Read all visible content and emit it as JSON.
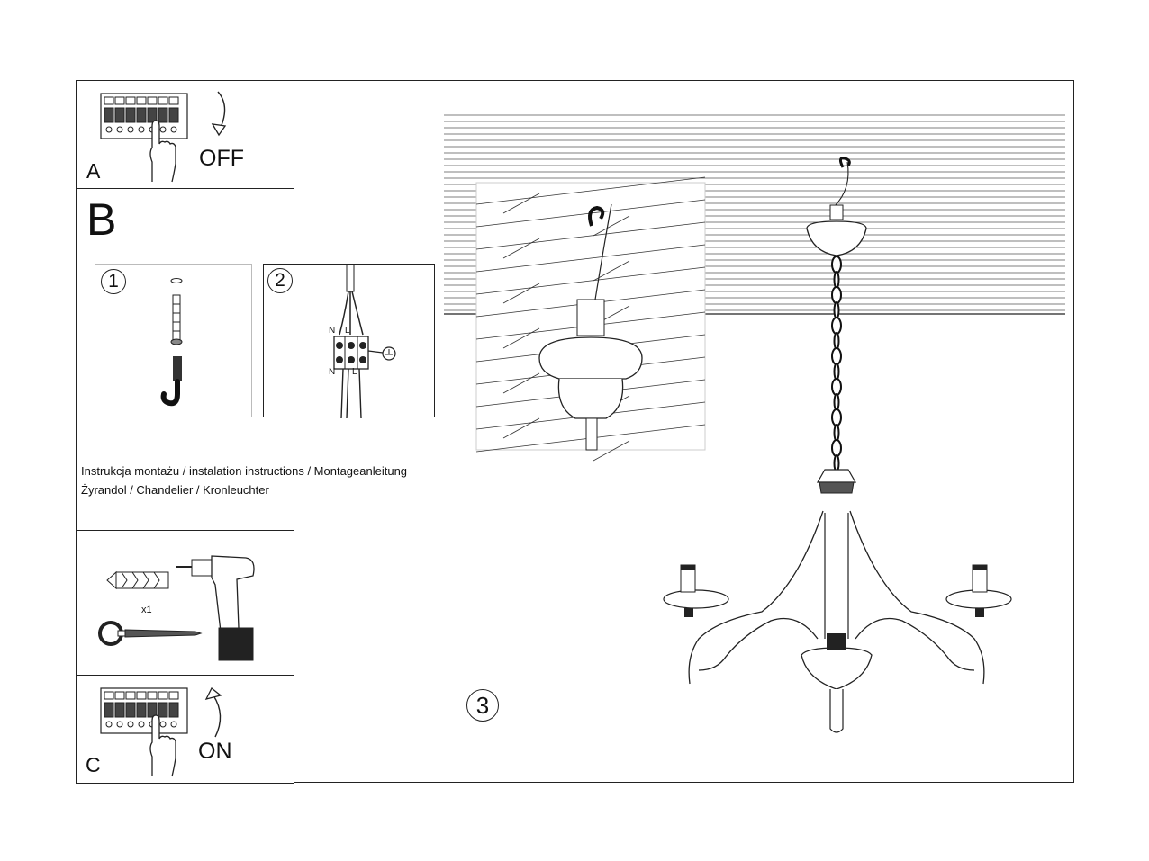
{
  "panel_a": {
    "letter": "A",
    "switch_label": "OFF"
  },
  "panel_b": {
    "letter": "B",
    "step1": "1",
    "step2": "2",
    "wire_labels": {
      "top_n": "N",
      "top_l": "L",
      "bottom_n": "N",
      "bottom_l": "L"
    }
  },
  "caption": {
    "line1": "Instrukcja montażu / instalation instructions / Montageanleitung",
    "line2": "Żyrandol / Chandelier / Kronleuchter"
  },
  "tools_panel": {
    "quantity": "x1"
  },
  "panel_c": {
    "letter": "C",
    "switch_label": "ON"
  },
  "step3": {
    "number": "3"
  },
  "icons": [
    "breaker-panel-icon",
    "hand-icon",
    "arrow-down-icon",
    "arrow-up-icon",
    "wall-plug-icon",
    "hook-icon",
    "drill-icon",
    "terminal-block-icon",
    "ground-icon",
    "chandelier-icon",
    "ceiling-canopy-icon"
  ]
}
